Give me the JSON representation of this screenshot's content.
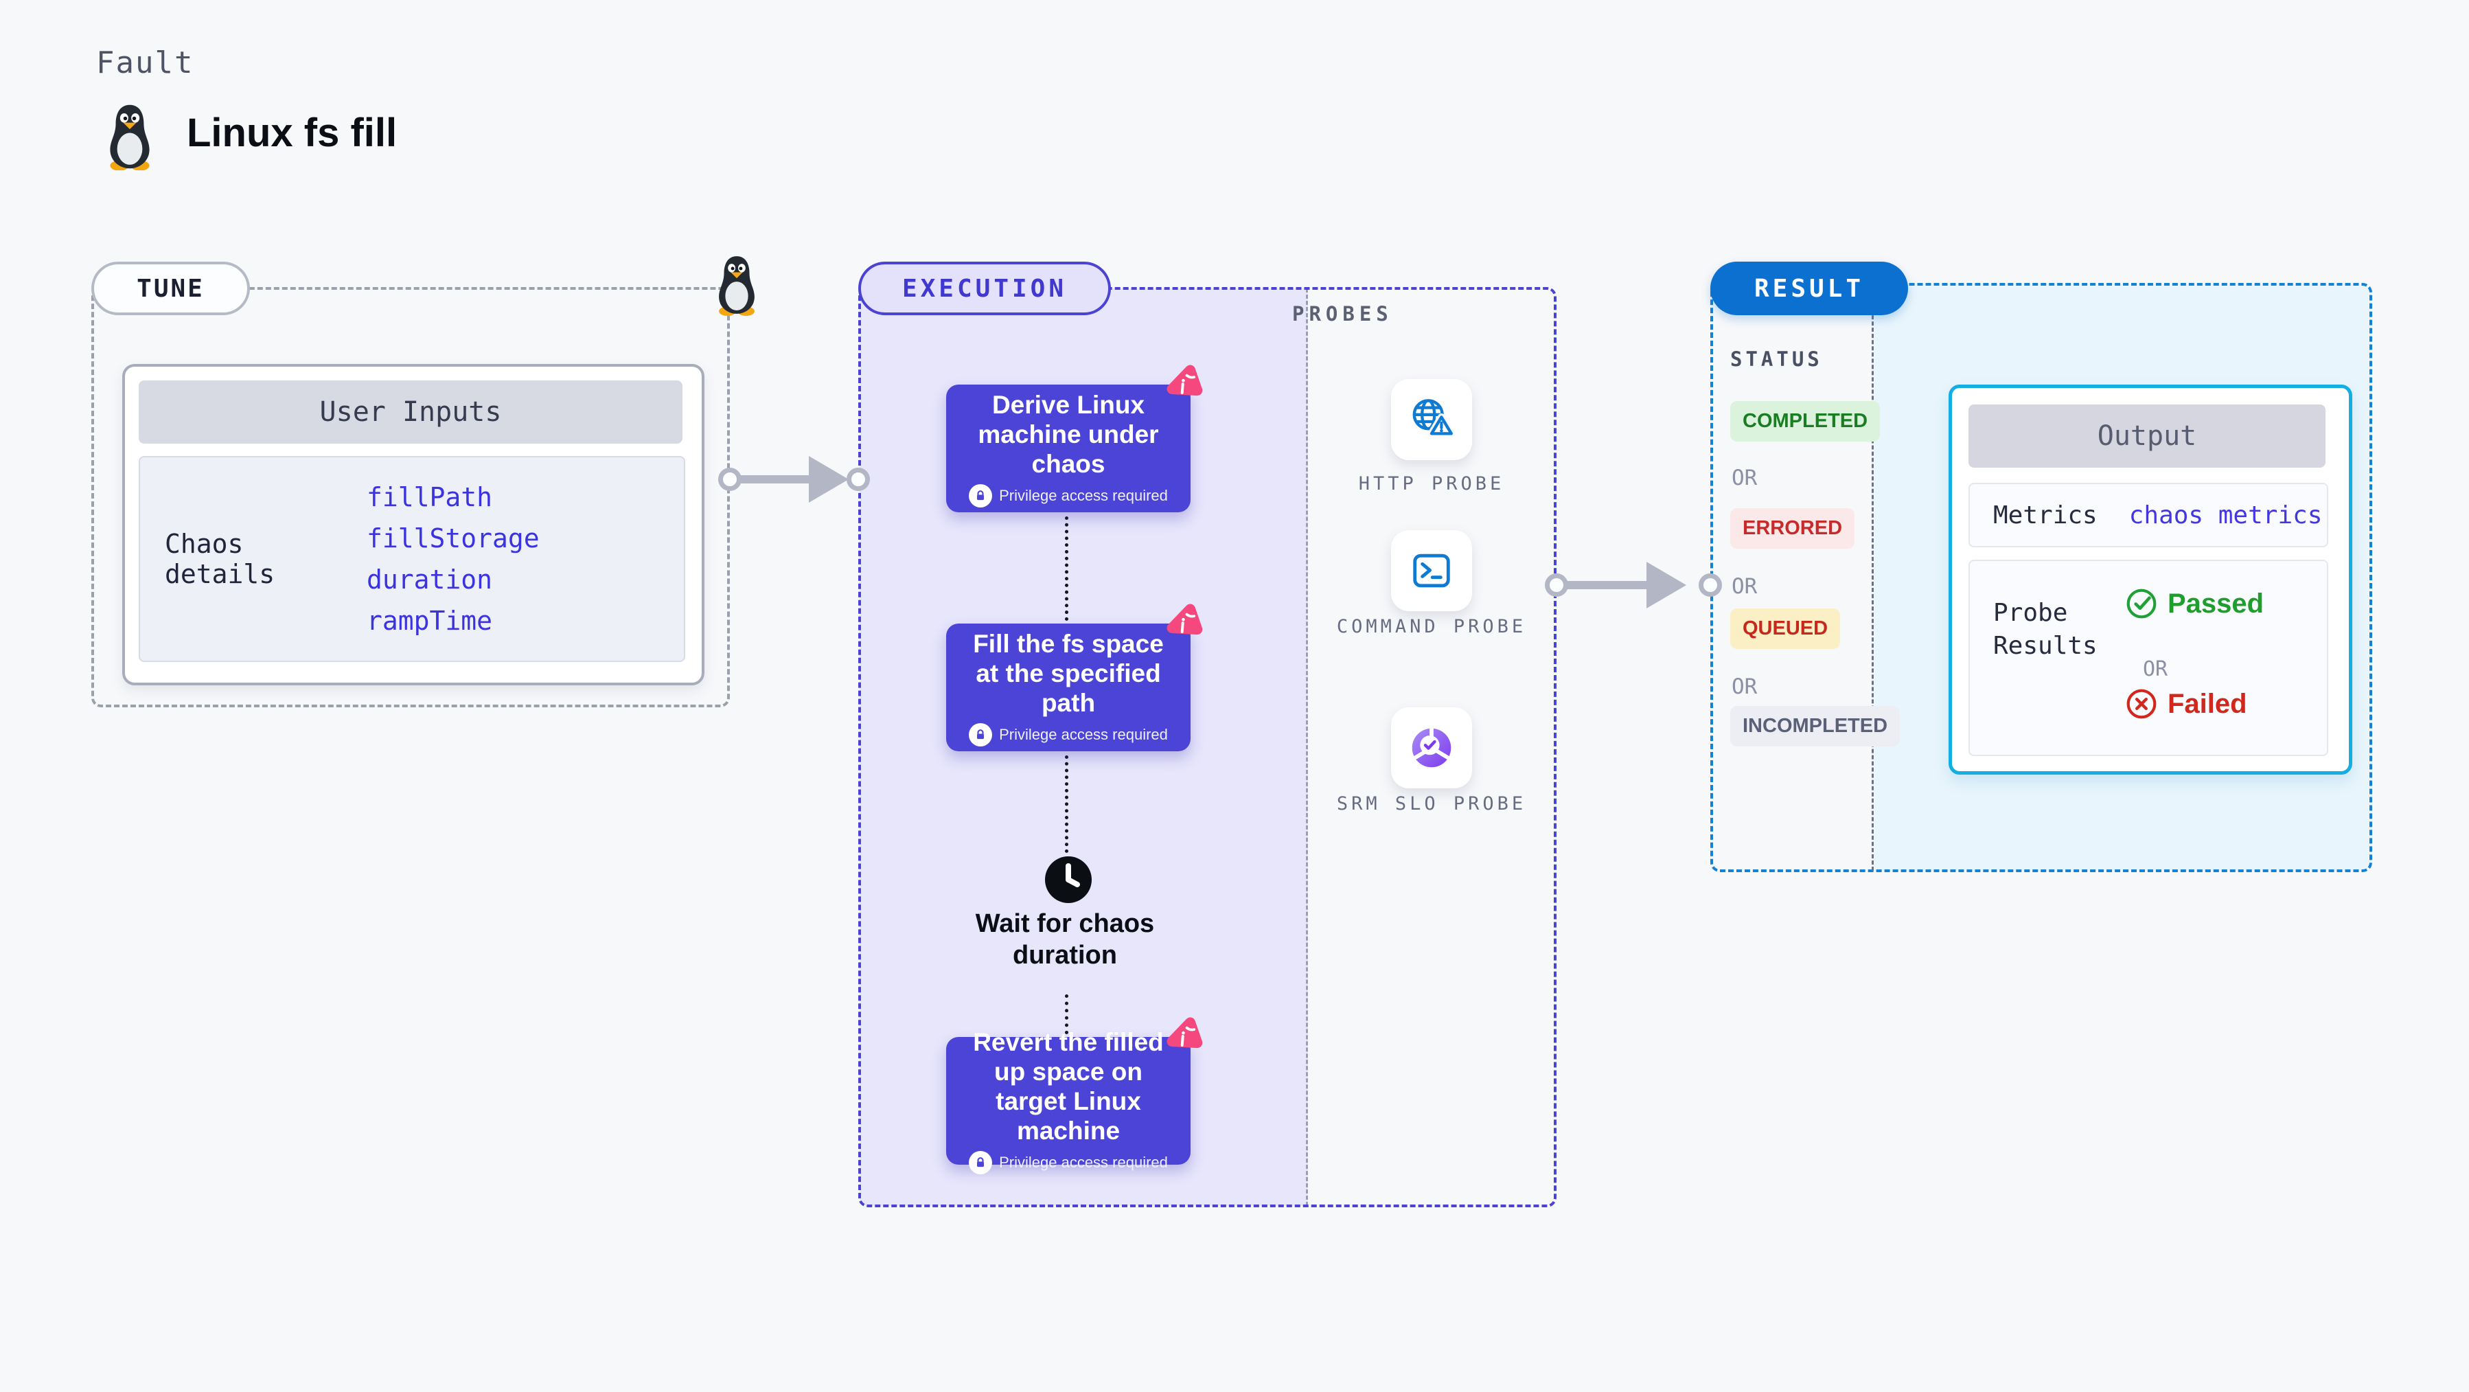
{
  "header": {
    "eyebrow": "Fault",
    "title": "Linux fs fill"
  },
  "tune": {
    "label": "TUNE",
    "user_inputs": {
      "title": "User Inputs",
      "row_label": "Chaos details",
      "inputs": [
        "fillPath",
        "fillStorage",
        "duration",
        "rampTime"
      ]
    }
  },
  "execution": {
    "label": "EXECUTION",
    "privilege_note": "Privilege access required",
    "steps": [
      {
        "title": "Derive Linux machine under chaos"
      },
      {
        "title": "Fill the fs space at the specified path"
      },
      {
        "title": "Revert the filled up space on target Linux machine"
      }
    ],
    "wait_step": {
      "label": "Wait for chaos duration",
      "icon": "clock-icon"
    }
  },
  "probes": {
    "label": "PROBES",
    "items": [
      {
        "label": "HTTP PROBE",
        "icon": "globe-alert-icon"
      },
      {
        "label": "COMMAND PROBE",
        "icon": "terminal-icon"
      },
      {
        "label": "SRM SLO PROBE",
        "icon": "slo-donut-icon"
      }
    ]
  },
  "result": {
    "label": "RESULT",
    "status": {
      "heading": "STATUS",
      "or_label": "OR",
      "items": [
        {
          "label": "COMPLETED",
          "state": "success",
          "bg": "#dbf3dc",
          "fg": "#1a7d23"
        },
        {
          "label": "ERRORED",
          "state": "error",
          "bg": "#fbe9e9",
          "fg": "#c62a2a"
        },
        {
          "label": "QUEUED",
          "state": "queued",
          "bg": "#fbf0c5",
          "fg": "#c6281e"
        },
        {
          "label": "INCOMPLETED",
          "state": "neutral",
          "bg": "#eceef4",
          "fg": "#596077"
        }
      ]
    },
    "output": {
      "title": "Output",
      "metrics_label": "Metrics",
      "metrics_link": "chaos metrics",
      "probe_results_label": "Probe Results",
      "passed_label": "Passed",
      "or_label": "OR",
      "failed_label": "Failed"
    }
  },
  "colors": {
    "page_bg": "#f7f8fa",
    "indigo_card": "#4b44d6",
    "indigo_border": "#4a43d3",
    "lavender_fill": "#e7e6fb",
    "pink_badge": "#f5487f",
    "gray_dash": "#9aa0ad",
    "probe_blue": "#0f7ad2",
    "result_blue": "#0b70cf",
    "result_dash": "#1482d4",
    "output_border": "#14aee2",
    "result_fill": "#e9f5fc",
    "link_blue": "#4437e2",
    "passed_green": "#1f9e2e",
    "failed_red": "#d1281e"
  }
}
